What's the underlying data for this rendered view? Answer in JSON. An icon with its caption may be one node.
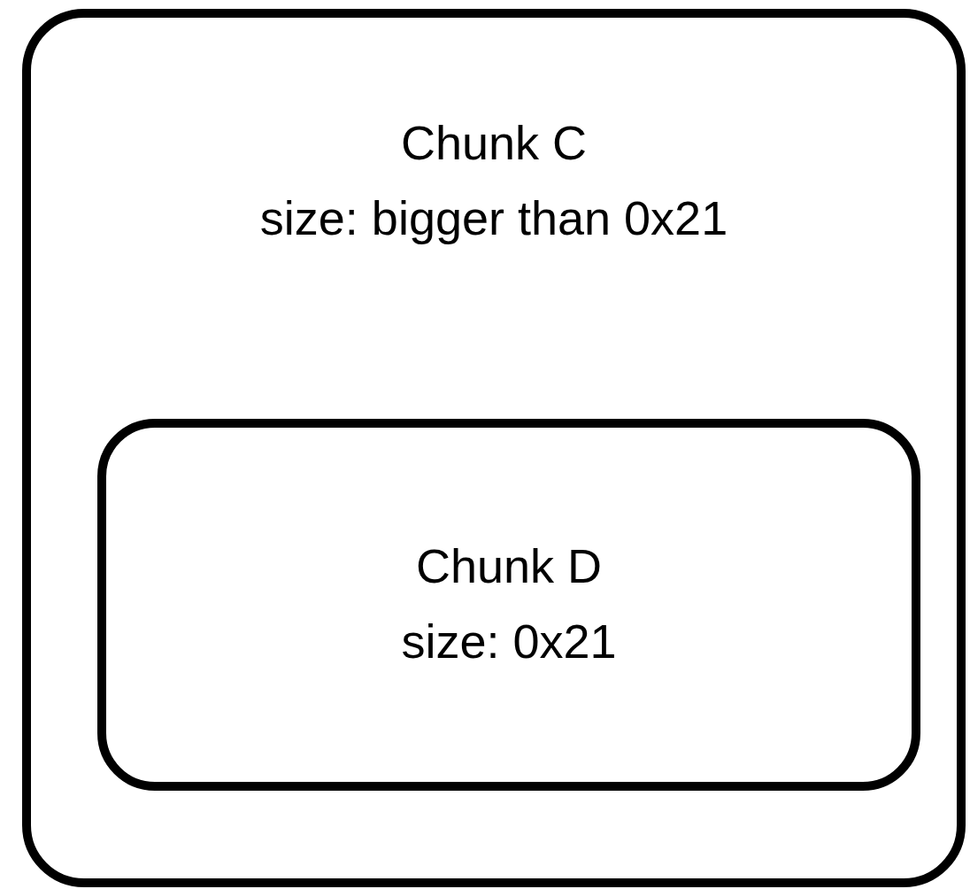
{
  "diagram": {
    "nodes": [
      {
        "text": [
          "Chunk C",
          "size: bigger than 0x21"
        ]
      },
      {
        "text": [
          "Chunk D",
          "size: 0x21"
        ],
        "in": 0
      }
    ]
  }
}
